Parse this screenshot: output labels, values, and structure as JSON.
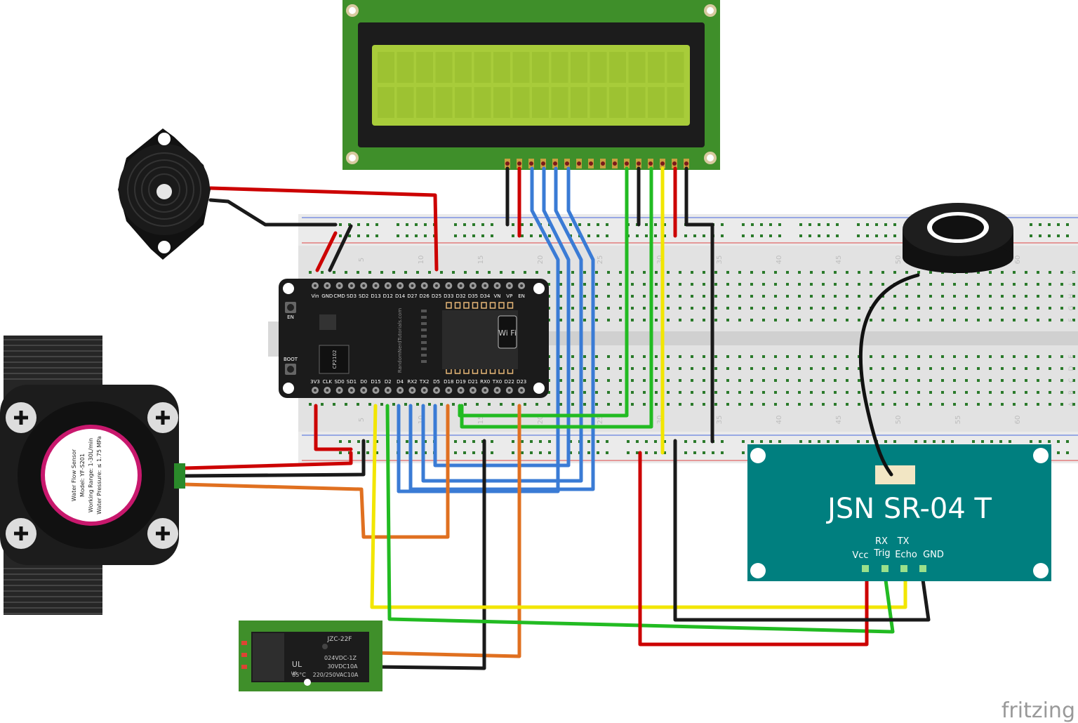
{
  "lcd": {
    "name": "16x2 LCD display"
  },
  "buzzer": {
    "name": "piezo buzzer"
  },
  "esp32": {
    "top_pins": [
      "Vin",
      "GND",
      "CMD",
      "SD3",
      "SD2",
      "D13",
      "D12",
      "D14",
      "D27",
      "D26",
      "D25",
      "D33",
      "D32",
      "D35",
      "D34",
      "VN",
      "VP",
      "EN"
    ],
    "bottom_pins": [
      "3V3",
      "CLK",
      "SD0",
      "SD1",
      "D0",
      "D15",
      "D2",
      "D4",
      "RX2",
      "TX2",
      "D5",
      "D18",
      "D19",
      "D21",
      "RX0",
      "TX0",
      "D22",
      "D23"
    ],
    "en_label": "EN",
    "boot_label": "BOOT",
    "chip_label": "CP2102",
    "wifi_label": "Wi Fi",
    "brand_text": "RandomNerdTutorials.com"
  },
  "flow_sensor": {
    "lines": [
      "Water Flow Sensor",
      "Model: YF-S201",
      "Working Range: 1-30L/min",
      "Water Pressure: ≤ 1.75 MPa"
    ]
  },
  "relay": {
    "model": "JZC-22F",
    "lines": [
      "024VDC-1Z",
      "30VDC10A",
      "220/250VAC10A"
    ],
    "ul_mark": "UL",
    "us_mark": "US",
    "temp": "85°C"
  },
  "ultrasonic": {
    "title": "JSN SR-04 T",
    "pin_top_labels": [
      "RX",
      "TX"
    ],
    "pin_labels": [
      "Vcc",
      "Trig",
      "Echo",
      "GND"
    ]
  },
  "breadboard": {
    "column_numbers": [
      "5",
      "10",
      "15",
      "20",
      "25",
      "30",
      "35",
      "40",
      "45",
      "50",
      "55",
      "60"
    ],
    "rows_top": [
      "J",
      "I",
      "H",
      "G",
      "F"
    ],
    "rows_bottom": [
      "E",
      "D",
      "C",
      "B",
      "A"
    ]
  },
  "watermark": "fritzing",
  "colors": {
    "wire_red": "#cc0000",
    "wire_black": "#1a1a1a",
    "wire_blue": "#3a7bd5",
    "wire_green": "#22bb22",
    "wire_yellow": "#f2e600",
    "wire_orange": "#e07020",
    "pcb_green": "#3f8f2a",
    "lcd_screen": "#a8cc3a",
    "teal_board": "#007f7f"
  }
}
